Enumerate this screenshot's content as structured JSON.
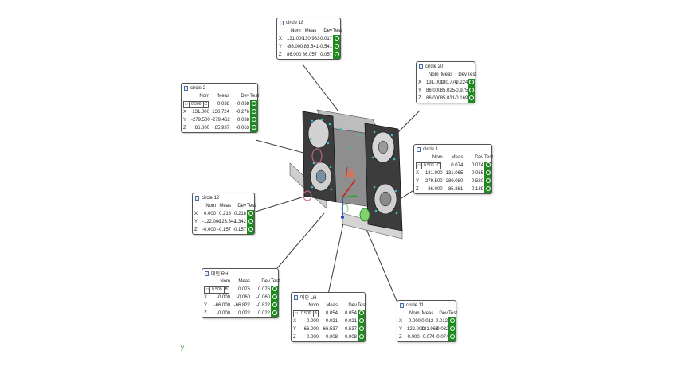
{
  "header_labels": {
    "nom": "Nom",
    "meas": "Meas",
    "dev": "Dev",
    "test": "Test"
  },
  "callouts": {
    "circle18": {
      "title": "circle 18",
      "rows": [
        {
          "axis": "X",
          "nom": "131.000",
          "meas": "130.983",
          "dev": "-0.017"
        },
        {
          "axis": "Y",
          "nom": "-86.000",
          "meas": "-86.541",
          "dev": "-0.541"
        },
        {
          "axis": "Z",
          "nom": "86.000",
          "meas": "86.057",
          "dev": "0.057"
        }
      ]
    },
    "circle20": {
      "title": "circle 20",
      "rows": [
        {
          "axis": "X",
          "nom": "131.000",
          "meas": "130.776",
          "dev": "-0.224"
        },
        {
          "axis": "Y",
          "nom": "86.000",
          "meas": "85.025",
          "dev": "-0.975"
        },
        {
          "axis": "Z",
          "nom": "86.000",
          "meas": "85.831",
          "dev": "-0.169"
        }
      ]
    },
    "circle2": {
      "title": "circle 2",
      "tol": {
        "value": "0.500",
        "ref": "C"
      },
      "rows": [
        {
          "axis": "",
          "nom": "",
          "meas": "0.038",
          "dev": "0.038"
        },
        {
          "axis": "X",
          "nom": "131.000",
          "meas": "130.724",
          "dev": "-0.276"
        },
        {
          "axis": "Y",
          "nom": "-279.500",
          "meas": "-279.462",
          "dev": "0.038"
        },
        {
          "axis": "Z",
          "nom": "86.000",
          "meas": "85.937",
          "dev": "-0.063"
        }
      ]
    },
    "circle1": {
      "title": "circle 1",
      "tol": {
        "value": "0.500",
        "ref": "C"
      },
      "rows": [
        {
          "axis": "",
          "nom": "",
          "meas": "0.074",
          "dev": "0.074"
        },
        {
          "axis": "X",
          "nom": "131.000",
          "meas": "131.065",
          "dev": "0.065"
        },
        {
          "axis": "Y",
          "nom": "279.500",
          "meas": "280.080",
          "dev": "0.580"
        },
        {
          "axis": "Z",
          "nom": "86.000",
          "meas": "85.861",
          "dev": "-0.139"
        }
      ]
    },
    "circle12": {
      "title": "circle 12",
      "rows": [
        {
          "axis": "X",
          "nom": "0.000",
          "meas": "0.218",
          "dev": "0.218"
        },
        {
          "axis": "Y",
          "nom": "-122.000",
          "meas": "-123.342",
          "dev": "-1.342"
        },
        {
          "axis": "Z",
          "nom": "-0.000",
          "meas": "-0.157",
          "dev": "-0.157"
        }
      ]
    },
    "mainRH": {
      "title": "메인 RH",
      "tol": {
        "value": "0.500",
        "ref": "B"
      },
      "rows": [
        {
          "axis": "",
          "nom": "",
          "meas": "0.076",
          "dev": "0.076"
        },
        {
          "axis": "X",
          "nom": "-0.000",
          "meas": "-0.060",
          "dev": "-0.060"
        },
        {
          "axis": "Y",
          "nom": "-66.000",
          "meas": "-66.822",
          "dev": "-0.822"
        },
        {
          "axis": "Z",
          "nom": "-0.000",
          "meas": "0.022",
          "dev": "0.022"
        }
      ]
    },
    "mainLH": {
      "title": "메인 LH",
      "tol": {
        "value": "0.500",
        "ref": "B"
      },
      "rows": [
        {
          "axis": "",
          "nom": "",
          "meas": "0.054",
          "dev": "0.054"
        },
        {
          "axis": "X",
          "nom": "0.000",
          "meas": "0.021",
          "dev": "0.021"
        },
        {
          "axis": "Y",
          "nom": "66.000",
          "meas": "66.537",
          "dev": "0.537"
        },
        {
          "axis": "Z",
          "nom": "0.000",
          "meas": "-0.008",
          "dev": "-0.008"
        }
      ]
    },
    "circle11": {
      "title": "circle 11",
      "rows": [
        {
          "axis": "X",
          "nom": "-0.000",
          "meas": "0.012",
          "dev": "0.012"
        },
        {
          "axis": "Y",
          "nom": "122.000",
          "meas": "121.968",
          "dev": "-0.032"
        },
        {
          "axis": "Z",
          "nom": "0.000",
          "meas": "-0.074",
          "dev": "-0.074"
        }
      ]
    }
  },
  "colors": {
    "pass": "#1f8a1f",
    "part_dark": "#3c3c3c",
    "part_light": "#d8d8d8",
    "marker": "#35c0c8"
  },
  "icons": {
    "flatness_symbol": "⏥",
    "doc": "document-icon"
  },
  "axis_triad_label": "y"
}
